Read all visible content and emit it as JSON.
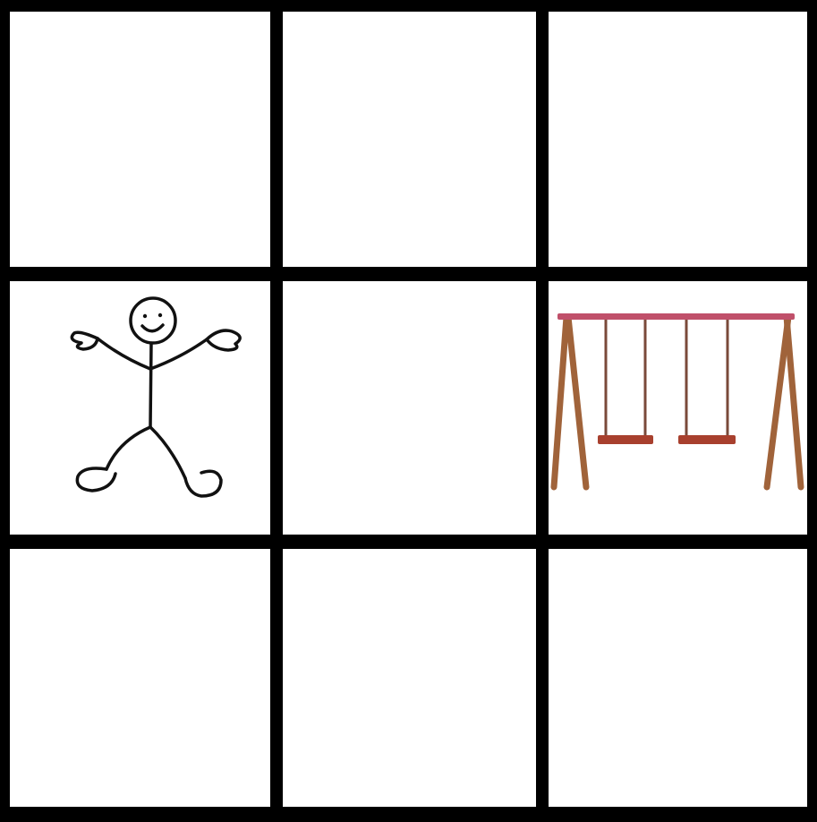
{
  "board": {
    "rows": 3,
    "cols": 3,
    "cells": [
      {
        "row": 0,
        "col": 0,
        "content": "empty"
      },
      {
        "row": 0,
        "col": 1,
        "content": "empty"
      },
      {
        "row": 0,
        "col": 2,
        "content": "empty"
      },
      {
        "row": 1,
        "col": 0,
        "content": "stick-figure-icon"
      },
      {
        "row": 1,
        "col": 1,
        "content": "empty"
      },
      {
        "row": 1,
        "col": 2,
        "content": "swing-set-icon"
      },
      {
        "row": 2,
        "col": 0,
        "content": "empty"
      },
      {
        "row": 2,
        "col": 1,
        "content": "empty"
      },
      {
        "row": 2,
        "col": 2,
        "content": "empty"
      }
    ]
  },
  "colors": {
    "grid_lines": "#000000",
    "cell_background": "#ffffff",
    "swing_beam": "#c0506a",
    "swing_legs": "#a0633a",
    "swing_seats": "#a8402e",
    "figure_stroke": "#111111"
  }
}
